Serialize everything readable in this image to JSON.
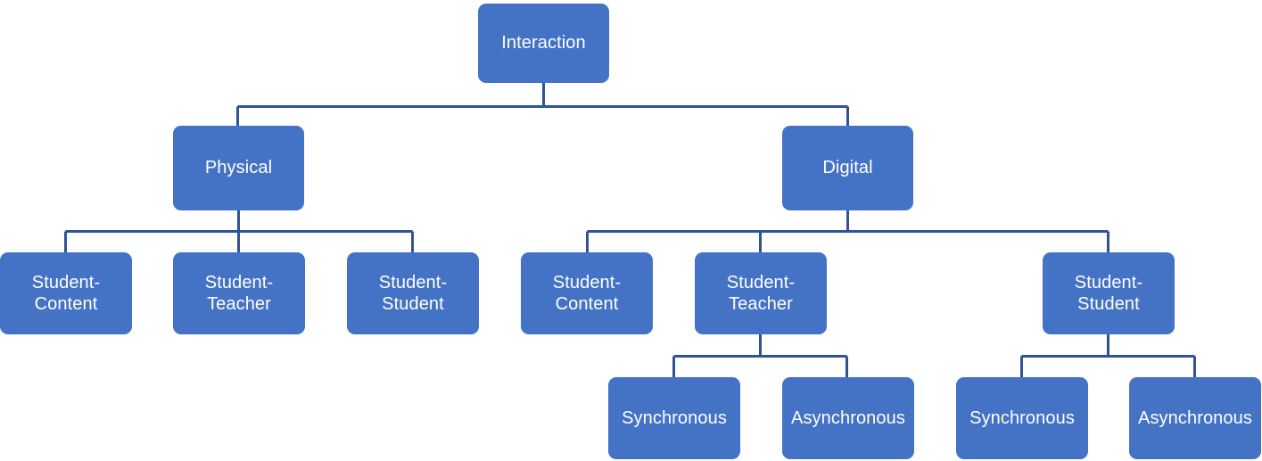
{
  "diagram": {
    "type": "hierarchy-tree",
    "title": "Interaction",
    "colors": {
      "node_fill": "#4473C5",
      "node_text": "#FFFFFF",
      "connector": "#2F5496",
      "background": "#FFFFFF"
    },
    "levels": [
      {
        "level": 1,
        "nodes": [
          {
            "id": "interaction",
            "label": "Interaction"
          }
        ]
      },
      {
        "level": 2,
        "nodes": [
          {
            "id": "physical",
            "label": "Physical",
            "parent": "interaction"
          },
          {
            "id": "digital",
            "label": "Digital",
            "parent": "interaction"
          }
        ]
      },
      {
        "level": 3,
        "nodes": [
          {
            "id": "phy-content",
            "label": "Student-\nContent",
            "parent": "physical"
          },
          {
            "id": "phy-teacher",
            "label": "Student-\nTeacher",
            "parent": "physical"
          },
          {
            "id": "phy-student",
            "label": "Student-\nStudent",
            "parent": "physical"
          },
          {
            "id": "dig-content",
            "label": "Student-\nContent",
            "parent": "digital"
          },
          {
            "id": "dig-teacher",
            "label": "Student-\nTeacher",
            "parent": "digital"
          },
          {
            "id": "dig-student",
            "label": "Student-\nStudent",
            "parent": "digital"
          }
        ]
      },
      {
        "level": 4,
        "nodes": [
          {
            "id": "dt-sync",
            "label": "Synchronous",
            "parent": "dig-teacher"
          },
          {
            "id": "dt-async",
            "label": "Asynchronous",
            "parent": "dig-teacher"
          },
          {
            "id": "ds-sync",
            "label": "Synchronous",
            "parent": "dig-student"
          },
          {
            "id": "ds-async",
            "label": "Asynchronous",
            "parent": "dig-student"
          }
        ]
      }
    ],
    "node_labels": {
      "interaction": "Interaction",
      "physical": "Physical",
      "digital": "Digital",
      "phy_content": "Student-\nContent",
      "phy_teacher": "Student-\nTeacher",
      "phy_student": "Student-\nStudent",
      "dig_content": "Student-\nContent",
      "dig_teacher": "Student-\nTeacher",
      "dig_student": "Student-\nStudent",
      "dt_sync": "Synchronous",
      "dt_async": "Asynchronous",
      "ds_sync": "Synchronous",
      "ds_async": "Asynchronous"
    }
  }
}
